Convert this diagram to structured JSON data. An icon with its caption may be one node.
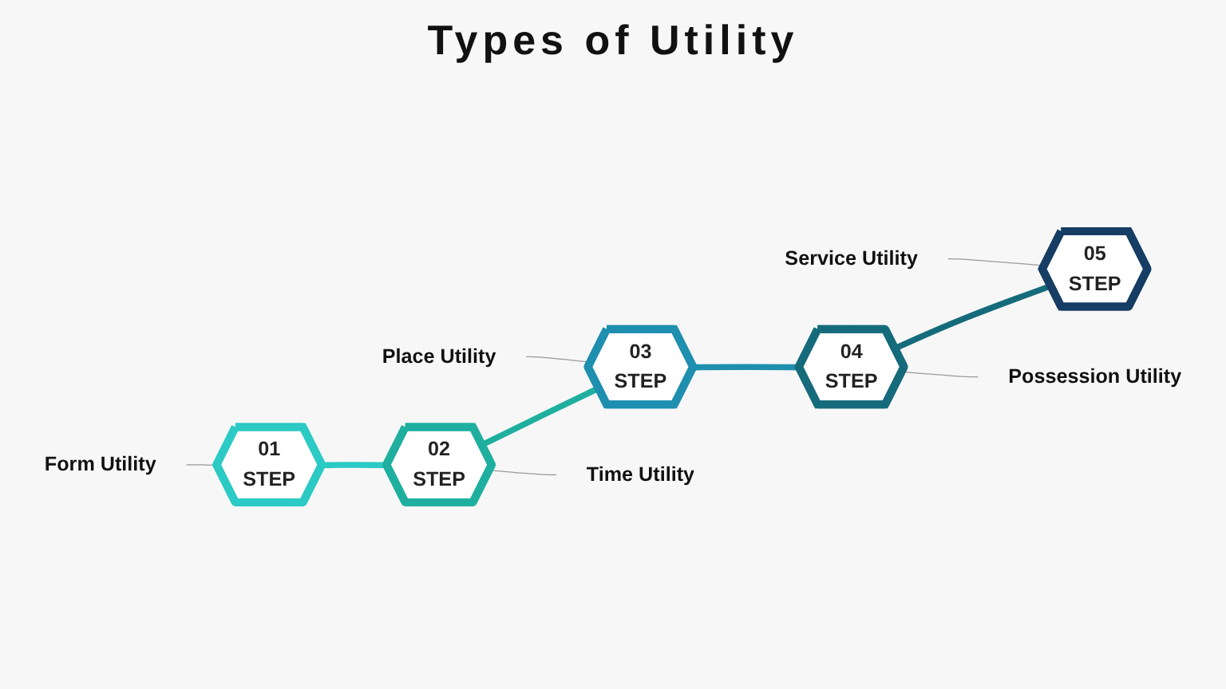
{
  "diagram": {
    "title": "Types of Utility",
    "nodes": [
      {
        "text": [
          "01",
          "STEP"
        ]
      },
      {
        "text": [
          "02",
          "STEP"
        ]
      },
      {
        "text": [
          "03",
          "STEP"
        ]
      },
      {
        "text": [
          "04",
          "STEP"
        ]
      },
      {
        "text": [
          "05",
          "STEP"
        ]
      },
      {
        "text": [
          "Form Utility"
        ]
      },
      {
        "text": [
          "Time Utility"
        ]
      },
      {
        "text": [
          "Place Utility"
        ]
      },
      {
        "text": [
          "Possession Utility"
        ]
      },
      {
        "text": [
          "Service Utility"
        ]
      }
    ],
    "edges": [
      {
        "from": 0,
        "to": 1,
        "arrow": "none",
        "style": "thick",
        "color": "#2ccac4"
      },
      {
        "from": 1,
        "to": 2,
        "arrow": "none",
        "style": "thick",
        "color": "#1faf9f"
      },
      {
        "from": 2,
        "to": 3,
        "arrow": "none",
        "style": "thick",
        "color": "#1e8fae"
      },
      {
        "from": 3,
        "to": 4,
        "arrow": "none",
        "style": "thick",
        "color": "#156b7b"
      },
      {
        "from": 5,
        "to": 0,
        "arrow": "none"
      },
      {
        "from": 1,
        "to": 6,
        "arrow": "none"
      },
      {
        "from": 7,
        "to": 2,
        "arrow": "none"
      },
      {
        "from": 3,
        "to": 8,
        "arrow": "none"
      },
      {
        "from": 9,
        "to": 4,
        "arrow": "none"
      }
    ]
  }
}
